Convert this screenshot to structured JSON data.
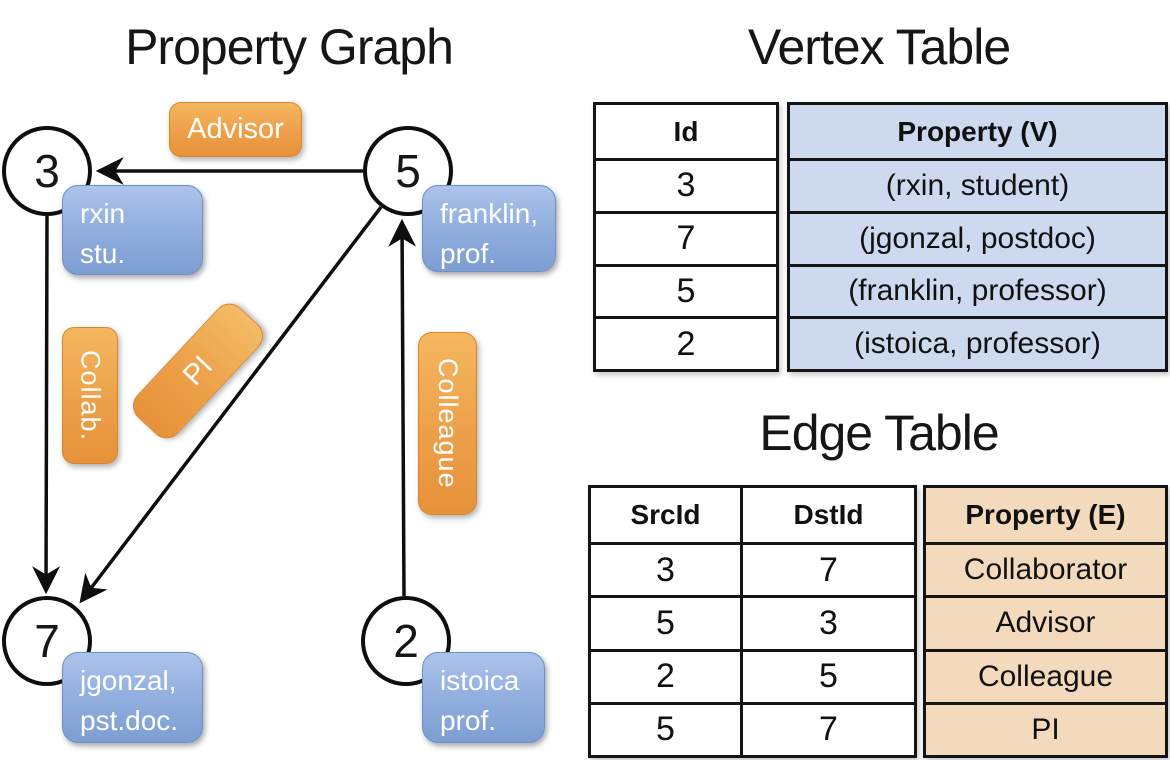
{
  "graph": {
    "title": "Property Graph",
    "nodes": [
      {
        "id": "3",
        "line1": "rxin",
        "line2": "stu."
      },
      {
        "id": "5",
        "line1": "franklin,",
        "line2": "prof."
      },
      {
        "id": "7",
        "line1": "jgonzal,",
        "line2": "pst.doc."
      },
      {
        "id": "2",
        "line1": "istoica",
        "line2": "prof."
      }
    ],
    "edge_labels": {
      "advisor": "Advisor",
      "collab": "Collab.",
      "pi": "PI",
      "colleague": "Colleague"
    }
  },
  "vertex_table": {
    "title": "Vertex Table",
    "columns": {
      "id": "Id",
      "property": "Property (V)"
    },
    "rows": [
      {
        "id": "3",
        "property": "(rxin, student)"
      },
      {
        "id": "7",
        "property": "(jgonzal, postdoc)"
      },
      {
        "id": "5",
        "property": "(franklin, professor)"
      },
      {
        "id": "2",
        "property": "(istoica, professor)"
      }
    ]
  },
  "edge_table": {
    "title": "Edge Table",
    "columns": {
      "src": "SrcId",
      "dst": "DstId",
      "property": "Property (E)"
    },
    "rows": [
      {
        "src": "3",
        "dst": "7",
        "property": "Collaborator"
      },
      {
        "src": "5",
        "dst": "3",
        "property": "Advisor"
      },
      {
        "src": "2",
        "dst": "5",
        "property": "Colleague"
      },
      {
        "src": "5",
        "dst": "7",
        "property": "PI"
      }
    ]
  },
  "colors": {
    "node_label_blue": "#8fabdc",
    "edge_label_orange": "#eda049",
    "vertex_cell_fill": "#ccd9ef",
    "edge_cell_fill": "#f3dabd",
    "line_black": "#0e0e0e"
  }
}
